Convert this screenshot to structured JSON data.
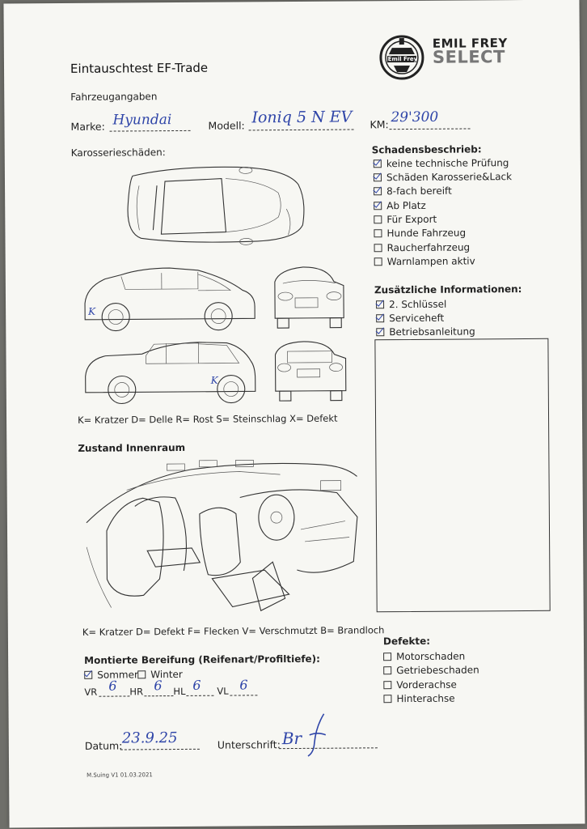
{
  "logo": {
    "badge_text": "Emil Frey",
    "line1": "EMIL FREY",
    "line2": "SELECT"
  },
  "title": "Eintauschtest EF-Trade",
  "vehicle": {
    "section": "Fahrzeugangaben",
    "marke_label": "Marke:",
    "marke_value": "Hyundai",
    "modell_label": "Modell:",
    "modell_value": "Ioniq 5 N EV",
    "km_label": "KM:",
    "km_value": "29'300"
  },
  "body_damage": {
    "section": "Karosserieschäden:",
    "legend": "K= Kratzer D= Delle R= Rost S= Steinschlag X= Defekt",
    "marks": [
      "K",
      "K"
    ]
  },
  "damage_description": {
    "section": "Schadensbeschrieb:",
    "items": [
      {
        "label": "keine technische Prüfung",
        "checked": true
      },
      {
        "label": "Schäden Karosserie&Lack",
        "checked": true
      },
      {
        "label": "8-fach bereift",
        "checked": true
      },
      {
        "label": "Ab Platz",
        "checked": true
      },
      {
        "label": "Für Export",
        "checked": false
      },
      {
        "label": "Hunde Fahrzeug",
        "checked": false
      },
      {
        "label": "Raucherfahrzeug",
        "checked": false
      },
      {
        "label": "Warnlampen aktiv",
        "checked": false
      }
    ]
  },
  "additional_info": {
    "section": "Zusätzliche Informationen:",
    "items": [
      {
        "label": "2. Schlüssel",
        "checked": true
      },
      {
        "label": "Serviceheft",
        "checked": true
      },
      {
        "label": "Betriebsanleitung",
        "checked": true
      }
    ]
  },
  "interior": {
    "section": "Zustand Innenraum",
    "legend": "K= Kratzer D= Defekt F= Flecken V= Verschmutzt B= Brandloch"
  },
  "tires": {
    "section": "Montierte Bereifung (Reifenart/Profiltiefe):",
    "options": [
      {
        "label": "Sommer",
        "checked": true
      },
      {
        "label": "Winter",
        "checked": false
      }
    ],
    "vr_label": "VR",
    "vr_value": "6",
    "hr_label": "HR",
    "hr_value": "6",
    "hl_label": "HL",
    "hl_value": "6",
    "vl_label": "VL",
    "vl_value": "6"
  },
  "defects": {
    "section": "Defekte:",
    "items": [
      {
        "label": "Motorschaden",
        "checked": false
      },
      {
        "label": "Getriebeschaden",
        "checked": false
      },
      {
        "label": "Vorderachse",
        "checked": false
      },
      {
        "label": "Hinterachse",
        "checked": false
      }
    ]
  },
  "signature": {
    "date_label": "Datum:",
    "date_value": "23.9.25",
    "sig_label": "Unterschrift:",
    "sig_value": "Br"
  },
  "footer": "M.Suing V1 01.03.2021",
  "colors": {
    "ink": "#2f45a8",
    "text": "#222222",
    "paper": "#f7f7f3"
  }
}
